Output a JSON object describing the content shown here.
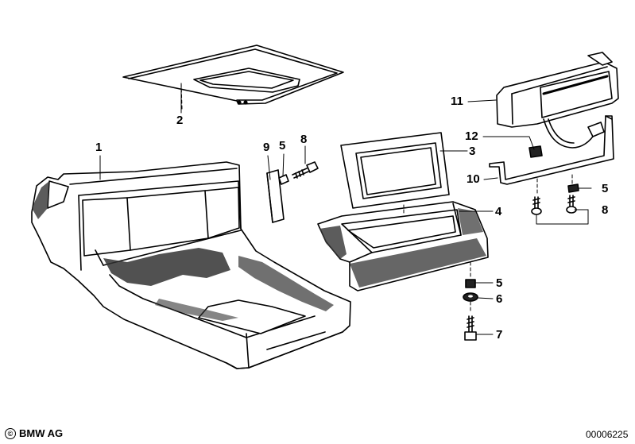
{
  "callouts": {
    "c1": "1",
    "c2": "2",
    "c3": "3",
    "c4": "4",
    "c5a": "5",
    "c5b": "5",
    "c5c": "5",
    "c6": "6",
    "c7": "7",
    "c8a": "8",
    "c8b": "8",
    "c9": "9",
    "c10": "10",
    "c11": "11",
    "c12": "12"
  },
  "footer": {
    "copyright_symbol": "©",
    "brand": "BMW AG",
    "doc_number": "00006225"
  }
}
